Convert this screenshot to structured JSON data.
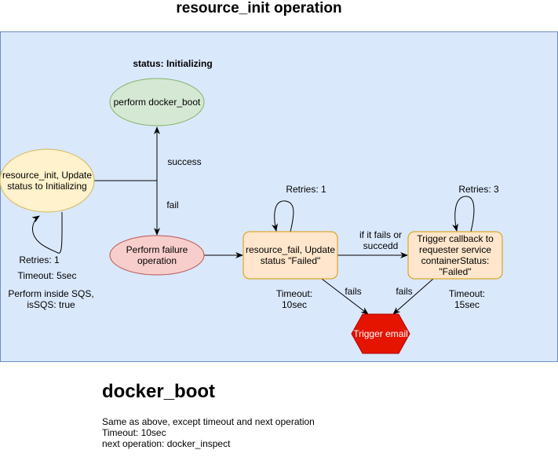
{
  "title": "resource_init operation",
  "status_label": "status: Initializing",
  "nodes": {
    "docker_boot": "perform docker_boot",
    "resource_init": "resource_init, Update status to Initializing",
    "failure_op": "Perform failure operation",
    "resource_fail": "resource_fail, Update status \"Failed\"",
    "callback": "Trigger callback to requester service containerStatus: \"Failed\"",
    "trigger_email": "Trigger email"
  },
  "edges": {
    "success": "success",
    "fail": "fail",
    "if_fails_or_succeed": "if it fails or succedd",
    "fails_1": "fails",
    "fails_2": "fails"
  },
  "annotations": {
    "init_retries": "Retries: 1",
    "init_timeout": "Timeout: 5sec",
    "init_sqs": "Perform inside SQS, isSQS: true",
    "fail_retries": "Retries: 1",
    "fail_timeout": "Timeout: 10sec",
    "callback_retries": "Retries: 3",
    "callback_timeout": "Timeout: 15sec"
  },
  "section": {
    "title": "docker_boot",
    "lines": [
      "Same as above, except timeout and next operation",
      "Timeout: 10sec",
      "next operation: docker_inspect"
    ]
  },
  "colors": {
    "panel_fill": "#dae8fc",
    "panel_stroke": "#6c8ebf",
    "green_fill": "#d5e8d4",
    "green_stroke": "#82b366",
    "yellow_fill": "#fff2cc",
    "yellow_stroke": "#d6b656",
    "red_fill": "#f8cecc",
    "red_stroke": "#b85450",
    "orange_fill": "#ffe6cc",
    "orange_stroke": "#d79b00",
    "email_fill": "#e51400",
    "email_stroke": "#b20000"
  }
}
